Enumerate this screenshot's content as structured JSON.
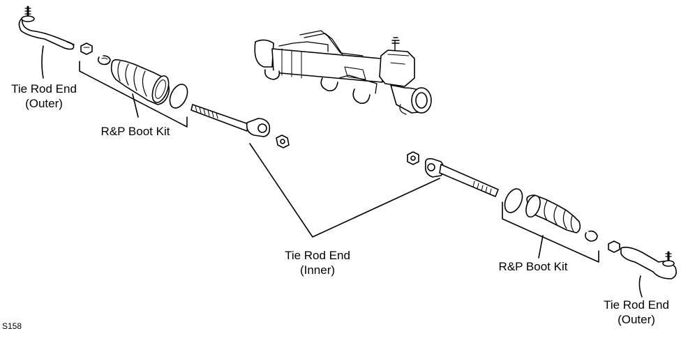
{
  "labels": {
    "tie_rod_end_outer_left": {
      "line1": "Tie Rod End",
      "line2": "(Outer)"
    },
    "boot_kit_left": "R&P Boot Kit",
    "tie_rod_end_inner": {
      "line1": "Tie Rod End",
      "line2": "(Inner)"
    },
    "boot_kit_right": "R&P Boot Kit",
    "tie_rod_end_outer_right": {
      "line1": "Tie Rod End",
      "line2": "(Outer)"
    }
  },
  "figure_code": "S158",
  "colors": {
    "ink": "#000000",
    "background": "#ffffff"
  }
}
